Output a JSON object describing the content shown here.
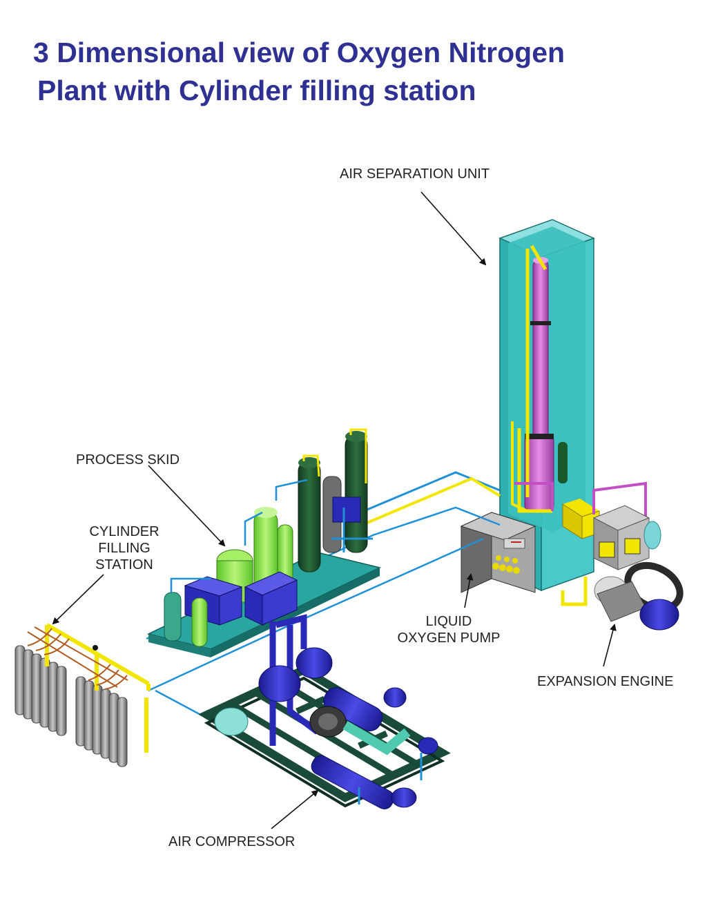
{
  "title": {
    "line1": "3 Dimensional view of Oxygen Nitrogen",
    "line2": "Plant with Cylinder filling station"
  },
  "labels": {
    "air_separation_unit": "AIR SEPARATION UNIT",
    "process_skid": "PROCESS SKID",
    "cylinder_filling_station": [
      "CYLINDER",
      "FILLING",
      "STATION"
    ],
    "liquid_oxygen_pump": [
      "LIQUID",
      "OXYGEN PUMP"
    ],
    "expansion_engine": "EXPANSION ENGINE",
    "air_compressor": "AIR COMPRESSOR"
  },
  "colors": {
    "title": "#2e3192",
    "cold_box": "#3cbfbf",
    "column": "#c24fc4",
    "pipe_yellow": "#f2e600",
    "pipe_blue": "#1e90d6",
    "compressor": "#2a2ab8",
    "skid_green": "#1a5a4a",
    "vessel_dark": "#1f4d2e",
    "vessel_light": "#8de84a",
    "cylinder_grey": "#8c8c8c"
  }
}
